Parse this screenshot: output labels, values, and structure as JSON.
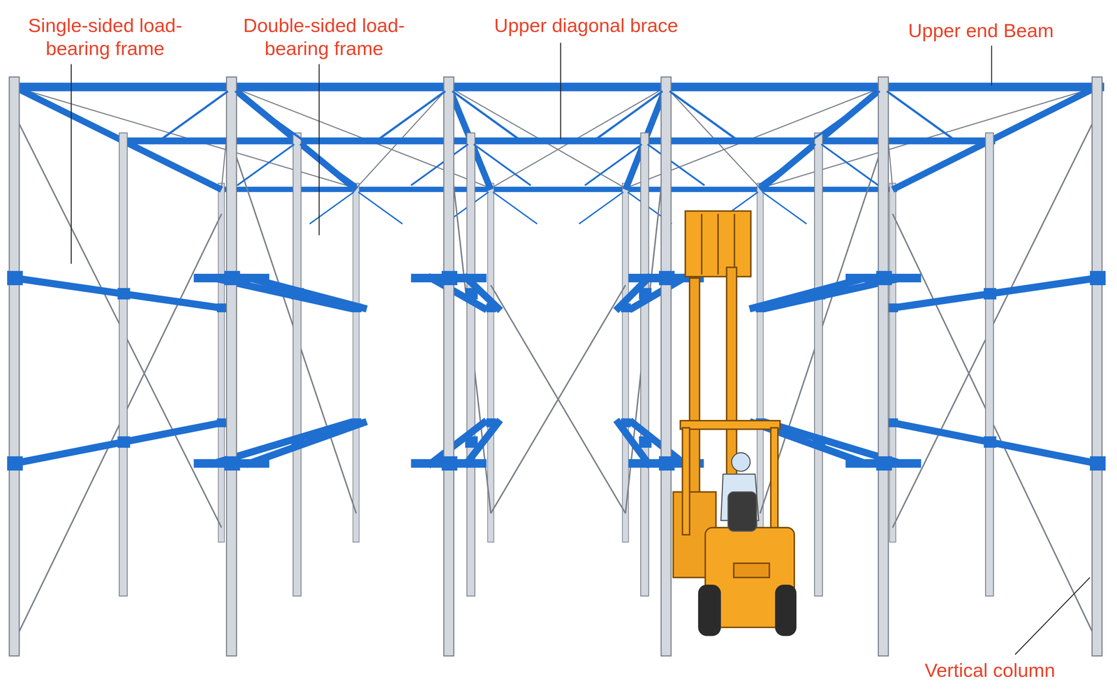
{
  "diagram": {
    "labels": [
      "Single-sided load-bearing frame",
      "Double-sided load-bearing frame",
      "Upper diagonal brace",
      "Upper end Beam",
      "Vertical column"
    ]
  }
}
